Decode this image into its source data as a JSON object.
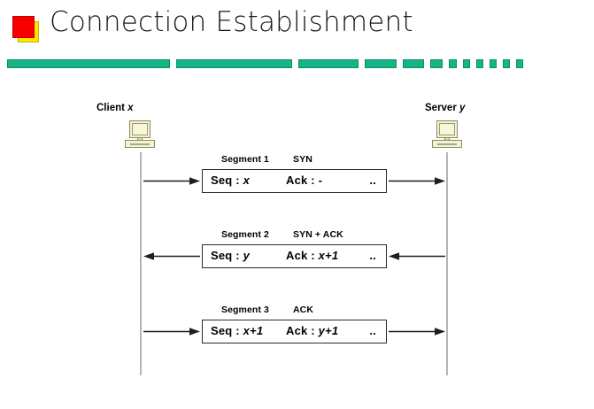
{
  "slide": {
    "title": "Connection Establishment",
    "bullet_icon": "red-square-icon",
    "divider_icon": "green-dashed-rule",
    "accent_green": "#16b386",
    "accent_red": "#f90000",
    "accent_yellow": "#ffe400"
  },
  "divider": {
    "dash_widths": [
      184,
      131,
      68,
      36,
      24,
      14,
      9,
      8,
      8,
      8,
      8,
      8
    ]
  },
  "diagram": {
    "type": "sequence-diagram",
    "endpoints": [
      {
        "name": "client",
        "label_text": "Client ",
        "label_var": "x",
        "icon": "desktop-computer-icon"
      },
      {
        "name": "server",
        "label_text": "Server ",
        "label_var": "y",
        "icon": "desktop-computer-icon"
      }
    ],
    "segments": [
      {
        "caption_left": "Segment 1",
        "caption_right": "SYN",
        "seq_label": "Seq : ",
        "seq_value": "x",
        "ack_label": "Ack : ",
        "ack_value": "-",
        "trailing_dots": "..",
        "direction": "right"
      },
      {
        "caption_left": "Segment 2",
        "caption_right": "SYN + ACK",
        "seq_label": "Seq : ",
        "seq_value": "y",
        "ack_label": "Ack : ",
        "ack_value": "x+1",
        "trailing_dots": "..",
        "direction": "left"
      },
      {
        "caption_left": "Segment 3",
        "caption_right": "ACK",
        "seq_label": "Seq : ",
        "seq_value": "x+1",
        "ack_label": "Ack : ",
        "ack_value": "y+1",
        "trailing_dots": "..",
        "direction": "right"
      }
    ]
  }
}
